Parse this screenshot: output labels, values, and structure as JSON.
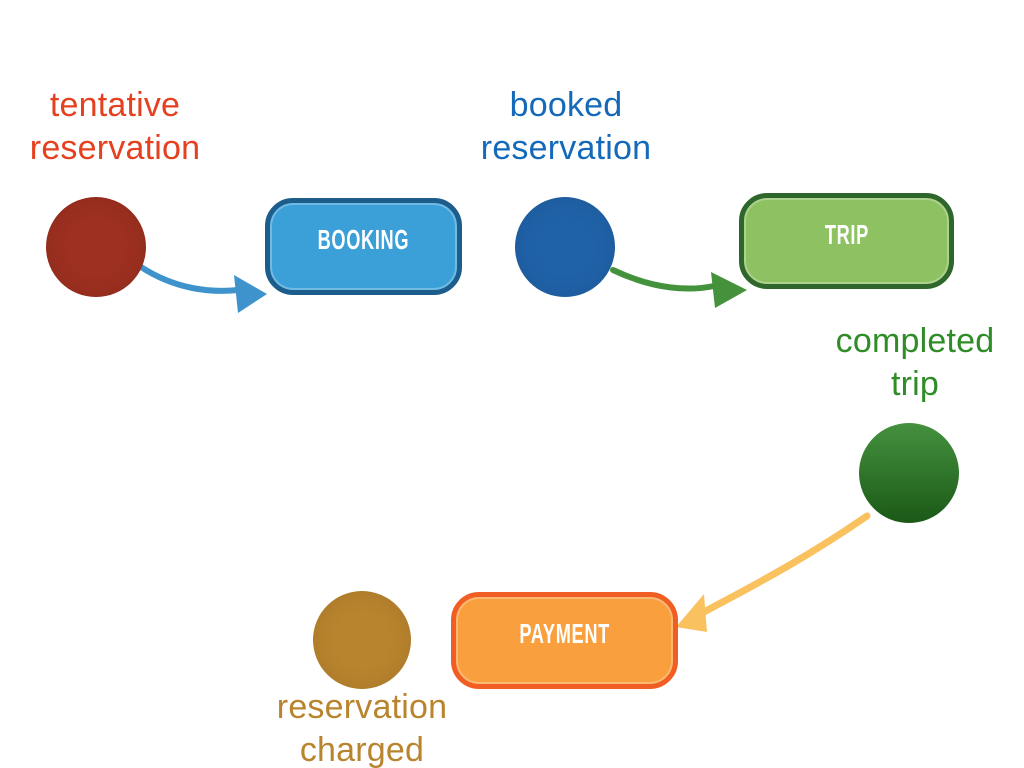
{
  "slide": {
    "background": "#ffffff",
    "states": [
      {
        "name": "tentative-reservation",
        "label_line1": "tentative",
        "label_line2": "reservation",
        "label_color": "#e5401f",
        "circle_color": "#9d3020"
      },
      {
        "name": "booked-reservation",
        "label_line1": "booked",
        "label_line2": "reservation",
        "label_color": "#1569b9",
        "circle_color": "#2062a8"
      },
      {
        "name": "completed-trip",
        "label_line1": "completed",
        "label_line2": "trip",
        "label_color": "#2f8c27",
        "circle_color": "#267f20"
      },
      {
        "name": "reservation-charged",
        "label_line1": "reservation",
        "label_line2": "charged",
        "label_color": "#b9842e",
        "circle_color": "#b9842e"
      }
    ],
    "actions": [
      {
        "name": "booking",
        "label": "BOOKING",
        "fill": "#3ba0d8",
        "border": "#1c5d8c",
        "text_color": "#ffffff"
      },
      {
        "name": "trip",
        "label": "TRIP",
        "fill": "#8dc162",
        "border": "#2f662c",
        "text_color": "#ffffff"
      },
      {
        "name": "payment",
        "label": "PAYMENT",
        "fill": "#f99f3d",
        "border": "#f15e24",
        "text_color": "#ffffff"
      }
    ],
    "arrows": [
      {
        "name": "tentative-to-booking",
        "from": "tentative-reservation",
        "to": "booking",
        "color": "#3f93cd"
      },
      {
        "name": "booked-to-trip",
        "from": "booked-reservation",
        "to": "trip",
        "color": "#44923c"
      },
      {
        "name": "completed-to-payment",
        "from": "completed-trip",
        "to": "payment",
        "color": "#fac25f"
      }
    ]
  }
}
